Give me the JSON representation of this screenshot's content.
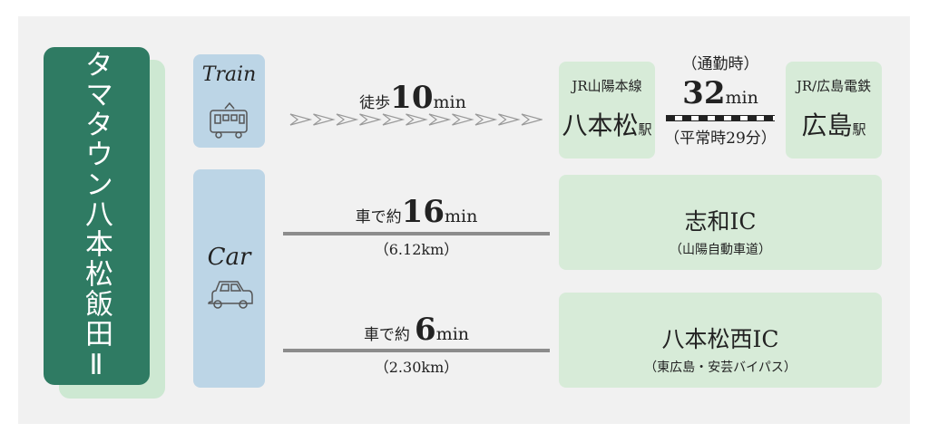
{
  "title": "タマタウン八本松飯田Ⅱ",
  "train": {
    "label": "Train",
    "walk_prefix": "徒歩",
    "walk_value": "10",
    "walk_unit": "min",
    "from_line": "JR山陽本線",
    "from_station": "八本松",
    "station_suffix": "駅",
    "commute_note": "（通勤時）",
    "commute_value": "32",
    "commute_unit": "min",
    "normal_note": "（平常時29分）",
    "to_line": "JR/広島電鉄",
    "to_station": "広島"
  },
  "car": {
    "label": "Car",
    "routes": [
      {
        "prefix": "車で約",
        "value": "16",
        "unit": "min",
        "distance": "（6.12km）",
        "dest": "志和IC",
        "dest_sub": "（山陽自動車道）"
      },
      {
        "prefix": "車で約",
        "value": "6",
        "unit": "min",
        "distance": "（2.30km）",
        "dest": "八本松西IC",
        "dest_sub": "（東広島・安芸バイパス）"
      }
    ]
  },
  "icons": {
    "train": "train-icon",
    "car": "car-icon",
    "arrows": "chevron-arrows-icon"
  }
}
